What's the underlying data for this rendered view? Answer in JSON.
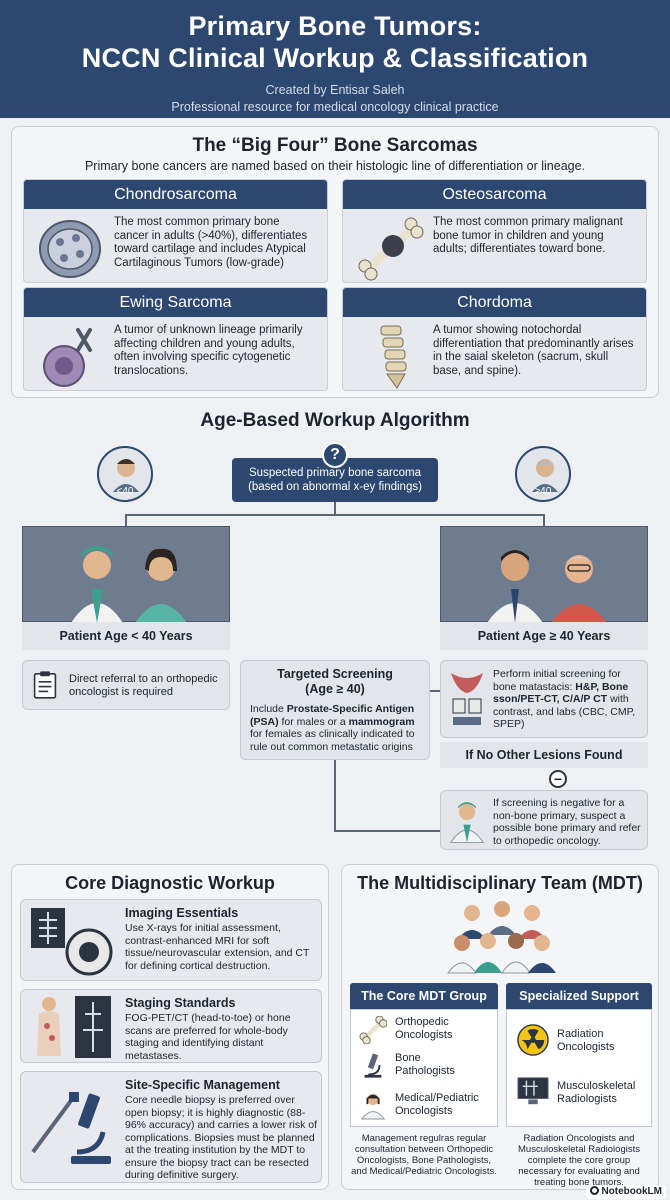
{
  "header": {
    "title_line1": "Primary Bone Tumors:",
    "title_line2": "NCCN Clinical Workup & Classification",
    "created_by": "Created by Entisar Saleh",
    "resource": "Professional resource for medical oncology clinical practice"
  },
  "big_four": {
    "title": "The “Big Four” Bone Sarcomas",
    "subtitle": "Primary bone cancers are named based on their histologic line of differentiation or lineage.",
    "cards": [
      {
        "name": "Chondrosarcoma",
        "text": "The most common primary bone cancer in adults (>40%), differentiates toward cartilage and includes Atypical Cartilaginous Tumors (low-grade)"
      },
      {
        "name": "Osteosarcoma",
        "text": "The most common primary malignant bone tumor in children and young adults; differentiates toward bone."
      },
      {
        "name": "Ewing Sarcoma",
        "text": "A tumor of unknown lineage primarily affecting children and young adults, often involving specific cytogenetic translocations."
      },
      {
        "name": "Chordoma",
        "text": "A tumor showing notochordal differentiation that predominantly arises in the saial skeleton (sacrum, skull base, and spine)."
      }
    ]
  },
  "algorithm": {
    "title": "Age-Based Workup Algorithm",
    "question_mark": "?",
    "suspected_line1": "Suspected primary bone sarcoma",
    "suspected_line2": "(based on abnormal x-ey findings)",
    "young_badge": "<40",
    "old_badge": "≥40",
    "young_label": "Patient Age < 40 Years",
    "old_label": "Patient Age ≥ 40 Years",
    "young_action": "Direct referral to an orthopedic oncologist is required",
    "targeted_title_line1": "Targeted Screening",
    "targeted_title_line2": "(Age ≥ 40)",
    "targeted_pre": "Include ",
    "targeted_psa": "Prostate-Specific Antigen (PSA)",
    "targeted_mid": " for males or a ",
    "targeted_mammo": "mammogram",
    "targeted_post": " for females as clinically indicated to rule out common metastatic origins",
    "screen_pre": "Perform initial screening for bone matastacis: ",
    "screen_bold": "H&P, Bone sson/PET-CT, C/A/P CT",
    "screen_post": " with contrast, and labs (CBC, CMP, SPEP)",
    "no_lesions": "If No Other Lesions Found",
    "minus_symbol": "−",
    "negative_text": "If screening is negative for a non-bone primary, suspect a possible bone primary and refer to orthopedic oncology."
  },
  "core": {
    "title": "Core Diagnostic Workup",
    "items": [
      {
        "title": "Imaging Essentials",
        "text": "Use X-rays for initial assessment, contrast-enhanced MRI for soft tissue/neurovascular extension, and CT for defining cortical destruction."
      },
      {
        "title": "Staging Standards",
        "text": "FOG-PET/CT (head-to-toe) or hone scans are preferred for whole-body staging and identifying distant metastases."
      },
      {
        "title": "Site-Specific Management",
        "text": "Core needle biopsy is preferred over open biopsy; it is highly diagnostic (88-96% accuracy) and carries a lower risk of complications. Biopsies must be planned at the treating institution by the MDT to ensure the biopsy tract can be resected during definitive surgery."
      }
    ]
  },
  "mdt": {
    "title": "The Multidisciplinary Team (MDT)",
    "core_group": {
      "title": "The Core MDT Group",
      "roles": [
        {
          "line1": "Orthopedic",
          "line2": "Oncologists"
        },
        {
          "line1": "Bone",
          "line2": "Pathologists"
        },
        {
          "line1": "Medical/Pediatric",
          "line2": "Oncologists"
        }
      ],
      "note": "Management regulras regular consultation between Orthopedic Oncologists, Bone Pathologists, and Medical/Pediatric Oncologists."
    },
    "specialized": {
      "title": "Specialized Support",
      "roles": [
        {
          "line1": "Radiation",
          "line2": "Oncologists"
        },
        {
          "line1": "Musculoskeletal",
          "line2": "Radiologists"
        }
      ],
      "note": "Radiation Oncologists and Musculoskeletal Radiologists complete the core group necessary for evaluating and treating bone tumors."
    }
  },
  "footer": {
    "brand": "NotebookLM"
  }
}
